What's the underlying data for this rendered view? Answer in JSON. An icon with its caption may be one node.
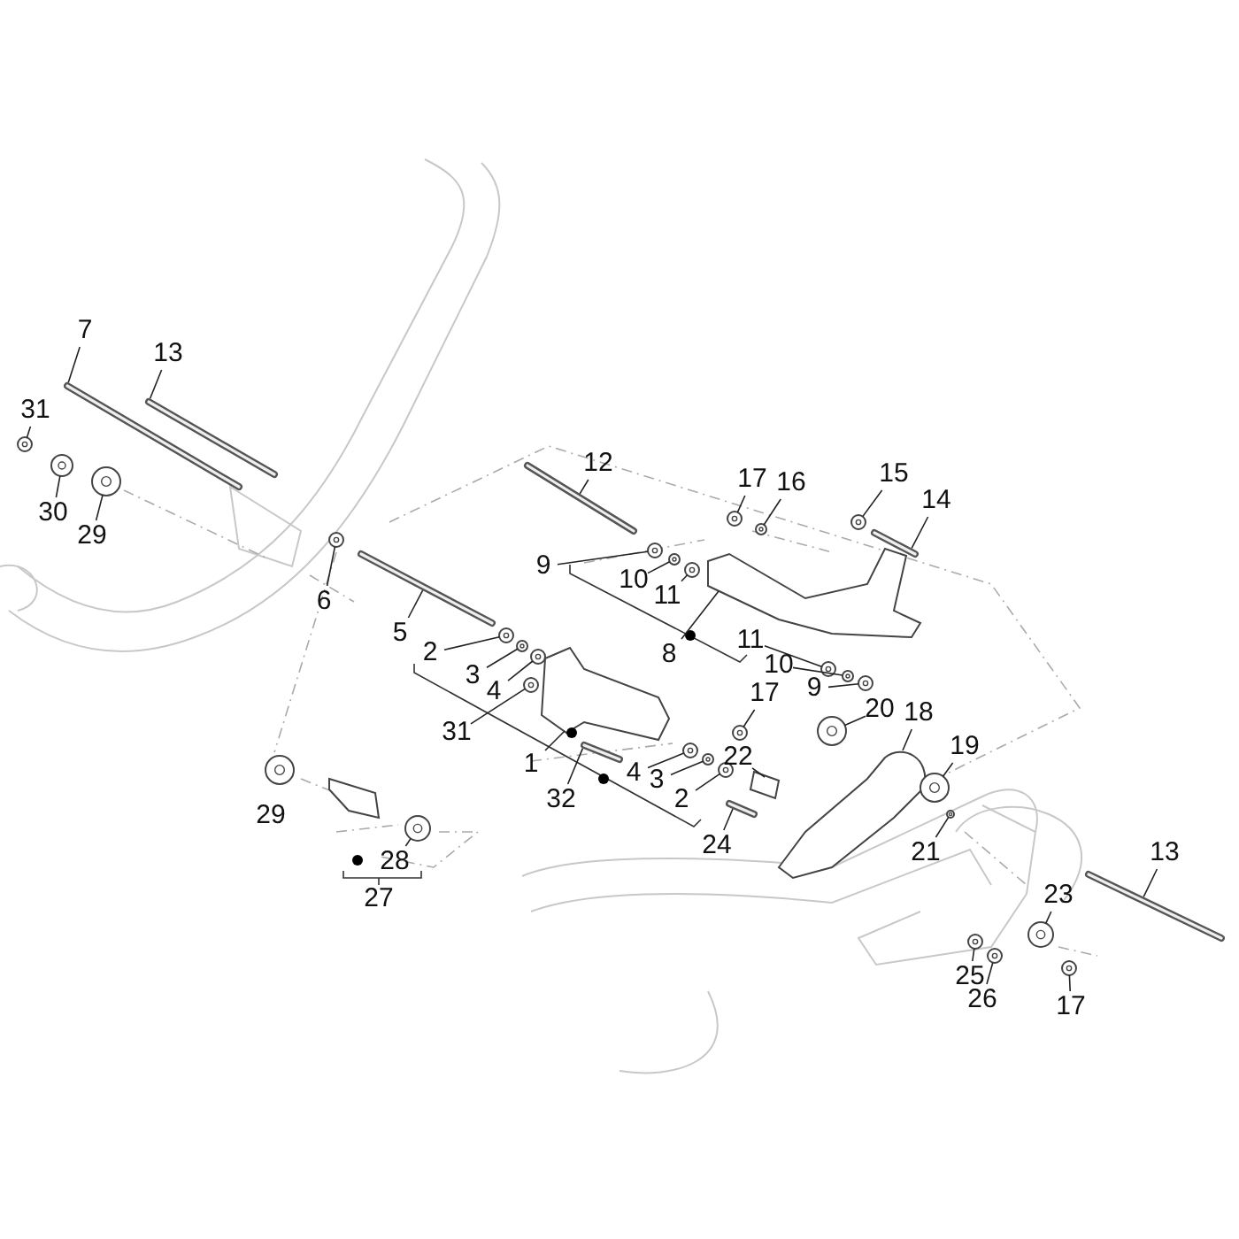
{
  "diagram": {
    "nodes": [
      {
        "text": [
          "7"
        ]
      },
      {
        "text": [
          "13"
        ]
      },
      {
        "text": [
          "31"
        ]
      },
      {
        "text": [
          "30"
        ]
      },
      {
        "text": [
          "29"
        ]
      },
      {
        "text": [
          "12"
        ]
      },
      {
        "text": [
          "6"
        ]
      },
      {
        "text": [
          "5"
        ]
      },
      {
        "text": [
          "9"
        ]
      },
      {
        "text": [
          "10"
        ]
      },
      {
        "text": [
          "11"
        ]
      },
      {
        "text": [
          "17"
        ]
      },
      {
        "text": [
          "16"
        ]
      },
      {
        "text": [
          "15"
        ]
      },
      {
        "text": [
          "14"
        ]
      },
      {
        "text": [
          "8"
        ]
      },
      {
        "text": [
          "11"
        ]
      },
      {
        "text": [
          "10"
        ]
      },
      {
        "text": [
          "9"
        ]
      },
      {
        "text": [
          "2"
        ]
      },
      {
        "text": [
          "3"
        ]
      },
      {
        "text": [
          "4"
        ]
      },
      {
        "text": [
          "31"
        ]
      },
      {
        "text": [
          "1"
        ]
      },
      {
        "text": [
          "32"
        ]
      },
      {
        "text": [
          "4"
        ]
      },
      {
        "text": [
          "17"
        ]
      },
      {
        "text": [
          "3"
        ]
      },
      {
        "text": [
          "2"
        ]
      },
      {
        "text": [
          "20"
        ]
      },
      {
        "text": [
          "18"
        ]
      },
      {
        "text": [
          "19"
        ]
      },
      {
        "text": [
          "22"
        ]
      },
      {
        "text": [
          "24"
        ]
      },
      {
        "text": [
          "21"
        ]
      },
      {
        "text": [
          "28"
        ]
      },
      {
        "text": [
          "13"
        ]
      },
      {
        "text": [
          "23"
        ]
      },
      {
        "text": [
          "25"
        ]
      },
      {
        "text": [
          "26"
        ]
      },
      {
        "text": [
          "17"
        ]
      },
      {
        "text": [],
        "shape": "bar"
      },
      {
        "text": [],
        "shape": "bar"
      },
      {
        "text": [],
        "shape": "circle"
      },
      {
        "text": [],
        "shape": "circle"
      },
      {
        "text": [],
        "shape": "circle"
      },
      {
        "text": [],
        "shape": "bar"
      },
      {
        "text": [],
        "shape": "circle"
      },
      {
        "text": [],
        "shape": "bar"
      },
      {
        "text": [],
        "shape": "circle"
      },
      {
        "text": [],
        "shape": "circle"
      },
      {
        "text": [],
        "shape": "circle"
      },
      {
        "text": [],
        "shape": "circle"
      },
      {
        "text": [],
        "shape": "circle"
      },
      {
        "text": [],
        "shape": "circle"
      },
      {
        "text": [],
        "shape": "bar"
      },
      {
        "text": [],
        "shape": "picture"
      },
      {
        "text": [],
        "shape": "circle"
      },
      {
        "text": [],
        "shape": "circle"
      },
      {
        "text": [],
        "shape": "circle"
      },
      {
        "text": [],
        "shape": "circle"
      },
      {
        "text": [],
        "shape": "circle"
      },
      {
        "text": [],
        "shape": "circle"
      },
      {
        "text": [],
        "shape": "circle"
      },
      {
        "text": [],
        "shape": "picture"
      },
      {
        "text": [],
        "shape": "bar"
      },
      {
        "text": [],
        "shape": "circle"
      },
      {
        "text": [],
        "shape": "circle"
      },
      {
        "text": [],
        "shape": "circle"
      },
      {
        "text": [],
        "shape": "circle"
      },
      {
        "text": [],
        "shape": "circle"
      },
      {
        "text": [],
        "shape": "picture"
      },
      {
        "text": [],
        "shape": "circle"
      },
      {
        "text": [],
        "shape": "picture"
      },
      {
        "text": [],
        "shape": "bar"
      },
      {
        "text": [],
        "shape": "circle"
      },
      {
        "text": [],
        "shape": "circle"
      },
      {
        "text": [],
        "shape": "bar"
      },
      {
        "text": [],
        "shape": "circle"
      },
      {
        "text": [],
        "shape": "circle"
      },
      {
        "text": [],
        "shape": "circle"
      },
      {
        "text": [],
        "shape": "circle"
      },
      {
        "text": [
          "29"
        ]
      },
      {
        "text": [],
        "shape": "circle"
      }
    ],
    "edges": [
      {
        "from": 0,
        "to": 41,
        "arrow": "none"
      },
      {
        "from": 1,
        "to": 42,
        "arrow": "none"
      },
      {
        "from": 2,
        "to": 43,
        "arrow": "none"
      },
      {
        "from": 3,
        "to": 44,
        "arrow": "none"
      },
      {
        "from": 4,
        "to": 45,
        "arrow": "none"
      },
      {
        "from": 5,
        "to": 46,
        "arrow": "none"
      },
      {
        "from": 6,
        "to": 47,
        "arrow": "none"
      },
      {
        "from": 7,
        "to": 48,
        "arrow": "none"
      },
      {
        "from": 8,
        "to": 49,
        "arrow": "none"
      },
      {
        "from": 9,
        "to": 50,
        "arrow": "none"
      },
      {
        "from": 10,
        "to": 51,
        "arrow": "none"
      },
      {
        "from": 11,
        "to": 52,
        "arrow": "none"
      },
      {
        "from": 12,
        "to": 53,
        "arrow": "none"
      },
      {
        "from": 13,
        "to": 54,
        "arrow": "none"
      },
      {
        "from": 14,
        "to": 55,
        "arrow": "none"
      },
      {
        "from": 15,
        "to": 56,
        "arrow": "none"
      },
      {
        "from": 16,
        "to": 57,
        "arrow": "none"
      },
      {
        "from": 17,
        "to": 58,
        "arrow": "none"
      },
      {
        "from": 18,
        "to": 59,
        "arrow": "none"
      },
      {
        "from": 19,
        "to": 60,
        "arrow": "none"
      },
      {
        "from": 20,
        "to": 61,
        "arrow": "none"
      },
      {
        "from": 21,
        "to": 62,
        "arrow": "none"
      },
      {
        "from": 22,
        "to": 63,
        "arrow": "none"
      },
      {
        "from": 23,
        "to": 64,
        "arrow": "none"
      },
      {
        "from": 24,
        "to": 65,
        "arrow": "none"
      },
      {
        "from": 25,
        "to": 66,
        "arrow": "none"
      },
      {
        "from": 26,
        "to": 67,
        "arrow": "none"
      },
      {
        "from": 27,
        "to": 68,
        "arrow": "none"
      },
      {
        "from": 28,
        "to": 69,
        "arrow": "none"
      },
      {
        "from": 29,
        "to": 70,
        "arrow": "none"
      },
      {
        "from": 30,
        "to": 71,
        "arrow": "none"
      },
      {
        "from": 31,
        "to": 72,
        "arrow": "none"
      },
      {
        "from": 32,
        "to": 73,
        "arrow": "none"
      },
      {
        "from": 33,
        "to": 74,
        "arrow": "none"
      },
      {
        "from": 34,
        "to": 75,
        "arrow": "none"
      },
      {
        "from": 35,
        "to": 76,
        "arrow": "none"
      },
      {
        "from": 36,
        "to": 77,
        "arrow": "none"
      },
      {
        "from": 37,
        "to": 78,
        "arrow": "none"
      },
      {
        "from": 38,
        "to": 79,
        "arrow": "none"
      },
      {
        "from": 39,
        "to": 80,
        "arrow": "none"
      },
      {
        "from": 40,
        "to": 81,
        "arrow": "none"
      }
    ],
    "labels": [
      "27"
    ]
  }
}
